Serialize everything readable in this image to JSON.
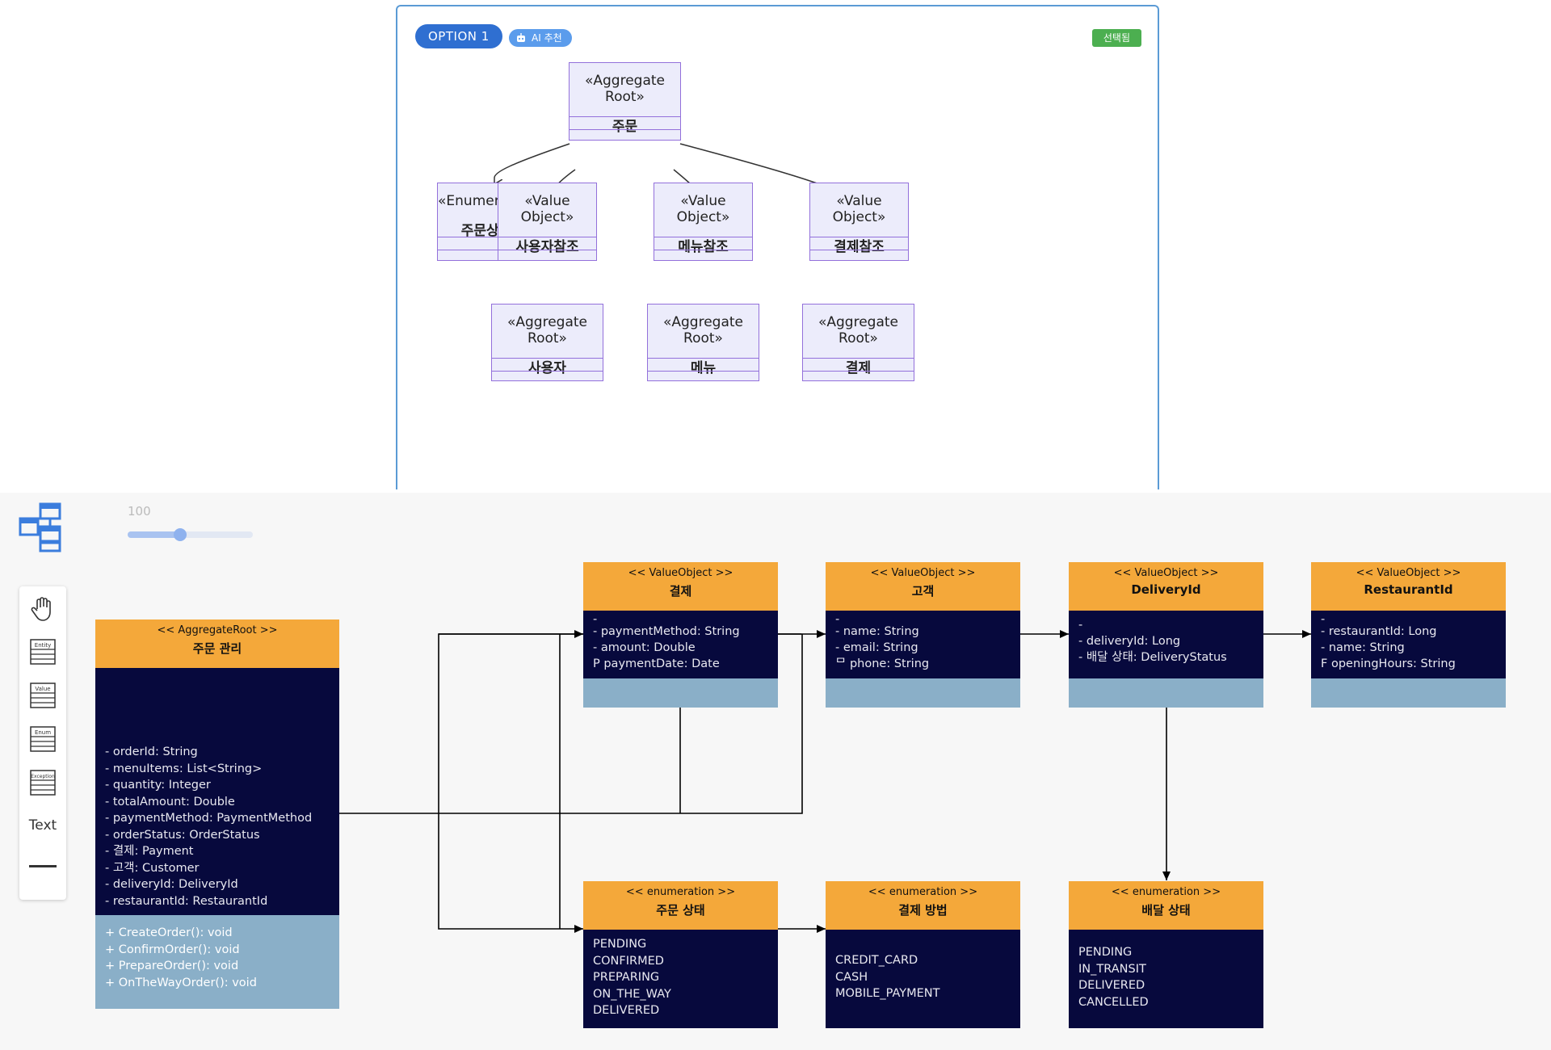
{
  "option_card": {
    "option_label": "OPTION 1",
    "ai_label": "AI 추천",
    "selected_label": "선택됨",
    "root": {
      "stereotype": "«Aggregate Root»",
      "name": "주문"
    },
    "level2": [
      {
        "stereotype": "«Enumeration»",
        "name": "주문상태"
      },
      {
        "stereotype": "«Value Object»",
        "name": "사용자참조"
      },
      {
        "stereotype": "«Value Object»",
        "name": "메뉴참조"
      },
      {
        "stereotype": "«Value Object»",
        "name": "결제참조"
      }
    ],
    "level3": [
      {
        "stereotype": "«Aggregate Root»",
        "name": "사용자"
      },
      {
        "stereotype": "«Aggregate Root»",
        "name": "메뉴"
      },
      {
        "stereotype": "«Aggregate Root»",
        "name": "결제"
      }
    ]
  },
  "editor": {
    "zoom": {
      "value_label": "100",
      "level": 0.42
    },
    "palette": {
      "hand_icon": "hand-pointer-icon",
      "entity_label": "Entity",
      "value_label": "Value",
      "enum_label": "Enum",
      "exception_label": "Exception",
      "text_label": "Text",
      "line_icon": "line-icon"
    },
    "classes": {
      "order": {
        "stereotype": "<< AggregateRoot >>",
        "name": "주문 관리",
        "attributes": [
          "- orderId: String",
          "- menuItems: List<String>",
          "- quantity: Integer",
          "- totalAmount: Double",
          "- paymentMethod: PaymentMethod",
          "- orderStatus: OrderStatus",
          "- 결제: Payment",
          "- 고객: Customer",
          "- deliveryId: DeliveryId",
          "- restaurantId: RestaurantId"
        ],
        "methods": [
          "+ CreateOrder(): void",
          "+ ConfirmOrder(): void",
          "+ PrepareOrder(): void",
          "+ OnTheWayOrder(): void"
        ]
      },
      "payment": {
        "stereotype": "<< ValueObject >>",
        "name": "결제",
        "attributes": [
          "-",
          "- paymentMethod: String",
          "- amount: Double",
          "P paymentDate: Date"
        ]
      },
      "customer": {
        "stereotype": "<< ValueObject >>",
        "name": "고객",
        "attributes": [
          "-",
          "- name: String",
          "- email: String",
          "ᄆ phone: String"
        ]
      },
      "delivery_id": {
        "stereotype": "<< ValueObject >>",
        "name": "DeliveryId",
        "attributes": [
          "-",
          "- deliveryId: Long",
          "- 배달 상태: DeliveryStatus"
        ]
      },
      "restaurant_id": {
        "stereotype": "<< ValueObject >>",
        "name": "RestaurantId",
        "attributes": [
          "-",
          "- restaurantId: Long",
          "- name: String",
          "F openingHours: String"
        ]
      },
      "order_status": {
        "stereotype": "<< enumeration >>",
        "name": "주문 상태",
        "values": [
          "PENDING",
          "CONFIRMED",
          "PREPARING",
          "ON_THE_WAY",
          "DELIVERED"
        ]
      },
      "payment_method": {
        "stereotype": "<< enumeration >>",
        "name": "결제 방법",
        "values": [
          "CREDIT_CARD",
          "CASH",
          "MOBILE_PAYMENT"
        ]
      },
      "delivery_status": {
        "stereotype": "<< enumeration >>",
        "name": "배달 상태",
        "values": [
          "PENDING",
          "IN_TRANSIT",
          "DELIVERED",
          "CANCELLED"
        ]
      }
    }
  }
}
